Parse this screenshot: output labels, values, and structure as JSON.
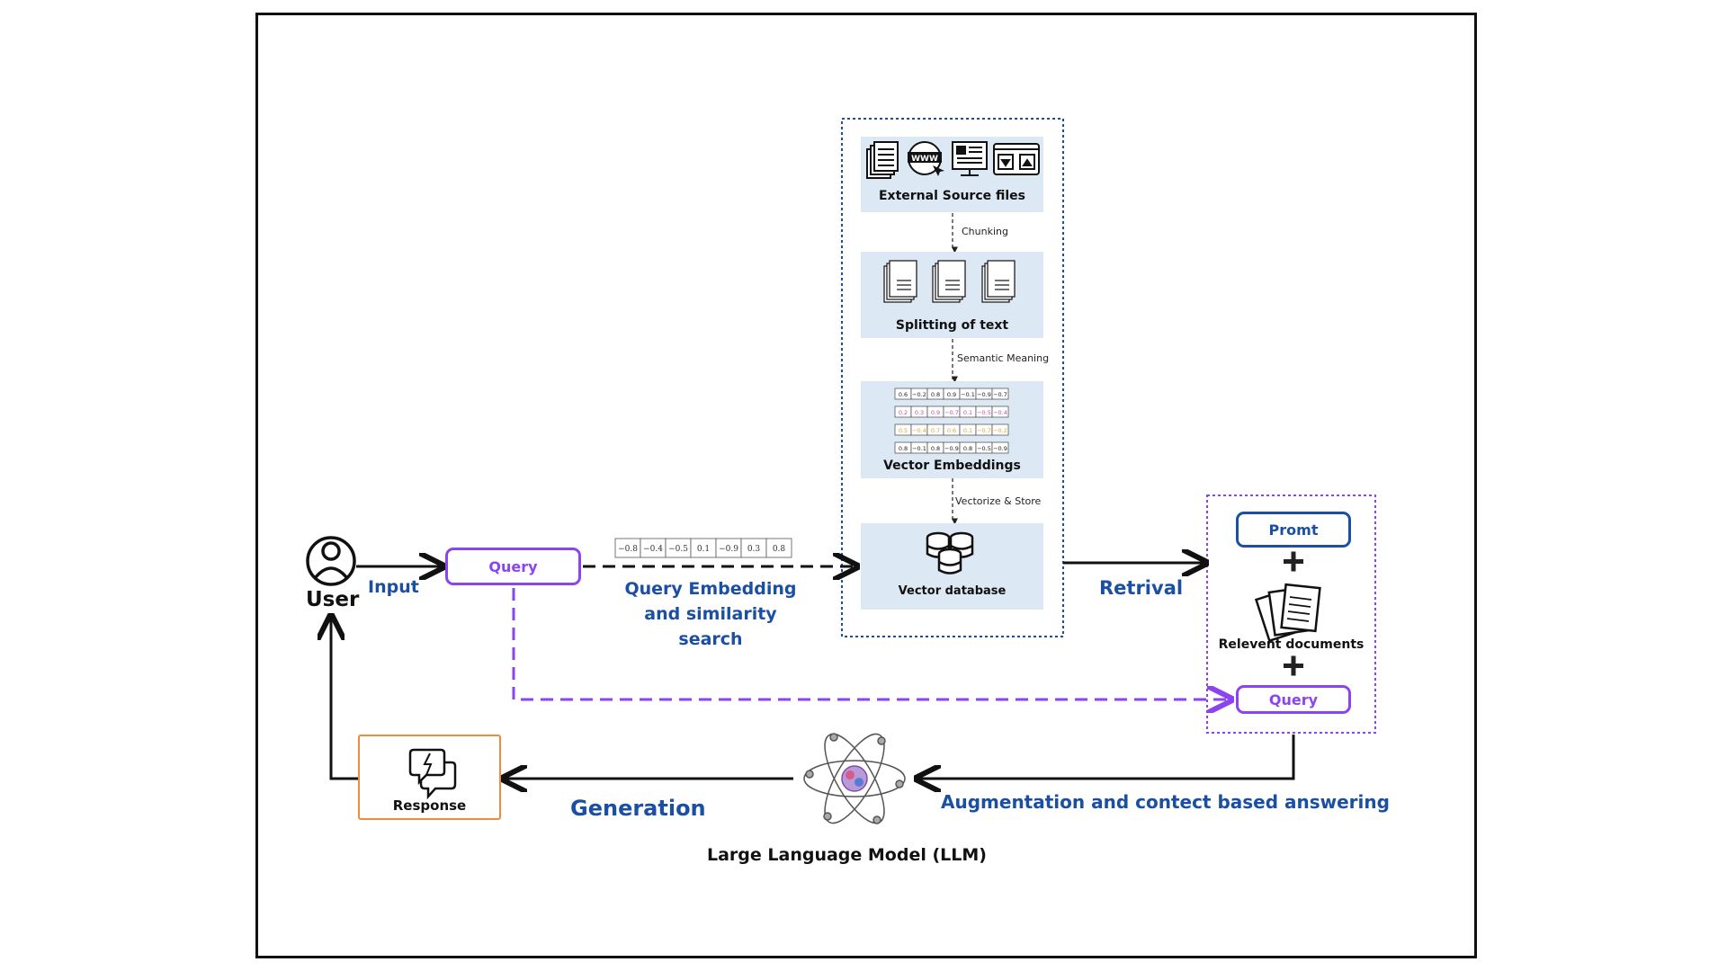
{
  "user": {
    "label": "User",
    "icon": "user-icon"
  },
  "labels": {
    "input": "Input",
    "query_embedding": [
      "Query Embedding",
      "and similarity",
      "search"
    ],
    "retrival": "Retrival",
    "generation": "Generation",
    "augmentation": "Augmentation and contect based answering",
    "llm": "Large Language Model (LLM)"
  },
  "query_box": {
    "label": "Query"
  },
  "embedding_vector": {
    "values": [
      "−0.8",
      "−0.4",
      "−0.5",
      "0.1",
      "−0.9",
      "0.3",
      "0.8"
    ]
  },
  "pipeline": {
    "external_source": {
      "title": "External Source files",
      "icons": [
        "documents-icon",
        "www-icon",
        "webpage-icon",
        "download-upload-icon"
      ]
    },
    "chunking": "Chunking",
    "splitting": {
      "title": "Splitting of text"
    },
    "semantic": "Semantic Meaning",
    "vector_embeddings": {
      "title": "Vector Embeddings",
      "rows": [
        {
          "color": "#222222",
          "values": [
            "0.6",
            "−0.2",
            "0.8",
            "0.9",
            "−0.1",
            "−0.9",
            "−0.7"
          ]
        },
        {
          "color": "#c04fa8",
          "values": [
            "0.2",
            "0.3",
            "0.9",
            "−0.7",
            "0.1",
            "−0.5",
            "−0.4"
          ]
        },
        {
          "color": "#e0a32c",
          "values": [
            "0.5",
            "−0.4",
            "0.7",
            "0.6",
            "0.1",
            "−0.7",
            "−0.2"
          ]
        },
        {
          "color": "#222222",
          "values": [
            "0.8",
            "−0.1",
            "0.8",
            "−0.9",
            "0.8",
            "−0.5",
            "−0.9"
          ]
        }
      ]
    },
    "vectorize": "Vectorize & Store",
    "vector_db": {
      "title": "Vector database"
    }
  },
  "augment_panel": {
    "prompt": "Promt",
    "plus": "+",
    "relevant": "Relevent documents",
    "query": "Query"
  },
  "response": {
    "label": "Response"
  },
  "colors": {
    "blue": "#1a4fa3",
    "purple": "#8b45f0",
    "orange": "#f08a3c",
    "panel": "#dde8f5"
  }
}
